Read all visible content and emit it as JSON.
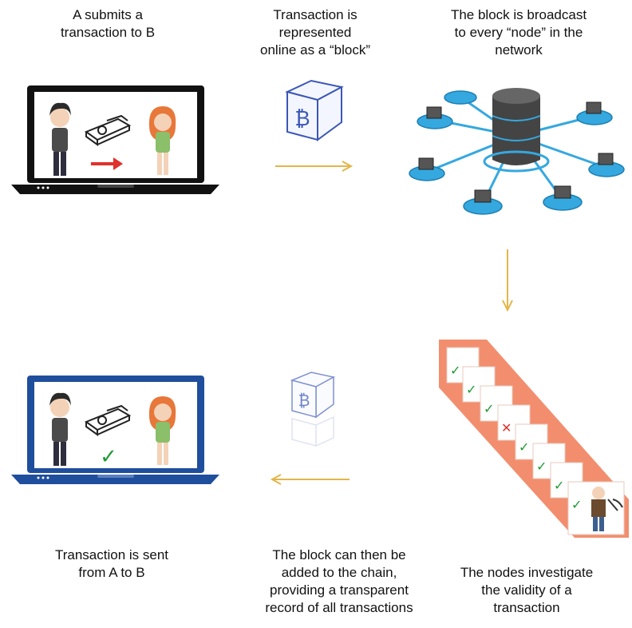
{
  "steps": [
    {
      "label": "A submits a\ntransaction to B"
    },
    {
      "label": "Transaction is\nrepresented\nonline as a “block”"
    },
    {
      "label": "The block is broadcast\nto every “node” in the\nnetwork"
    },
    {
      "label": "The nodes investigate\nthe validity of a\ntransaction"
    },
    {
      "label": "The block can then be\nadded to the chain,\nproviding a transparent\nrecord of all transactions"
    },
    {
      "label": "Transaction is sent\nfrom A to B"
    }
  ],
  "colors": {
    "arrow": "#e3b64a",
    "block_blue": "#3b57b5",
    "laptop_black": "#111111",
    "laptop_blue": "#1f4e9c",
    "red_arrow": "#e0312b",
    "check_green": "#1f9a33",
    "node_blue": "#35a8df",
    "miner_orange": "#f07a55"
  },
  "icons": {
    "coin_symbol": "₿",
    "reject": "✕",
    "approve": "✓"
  }
}
